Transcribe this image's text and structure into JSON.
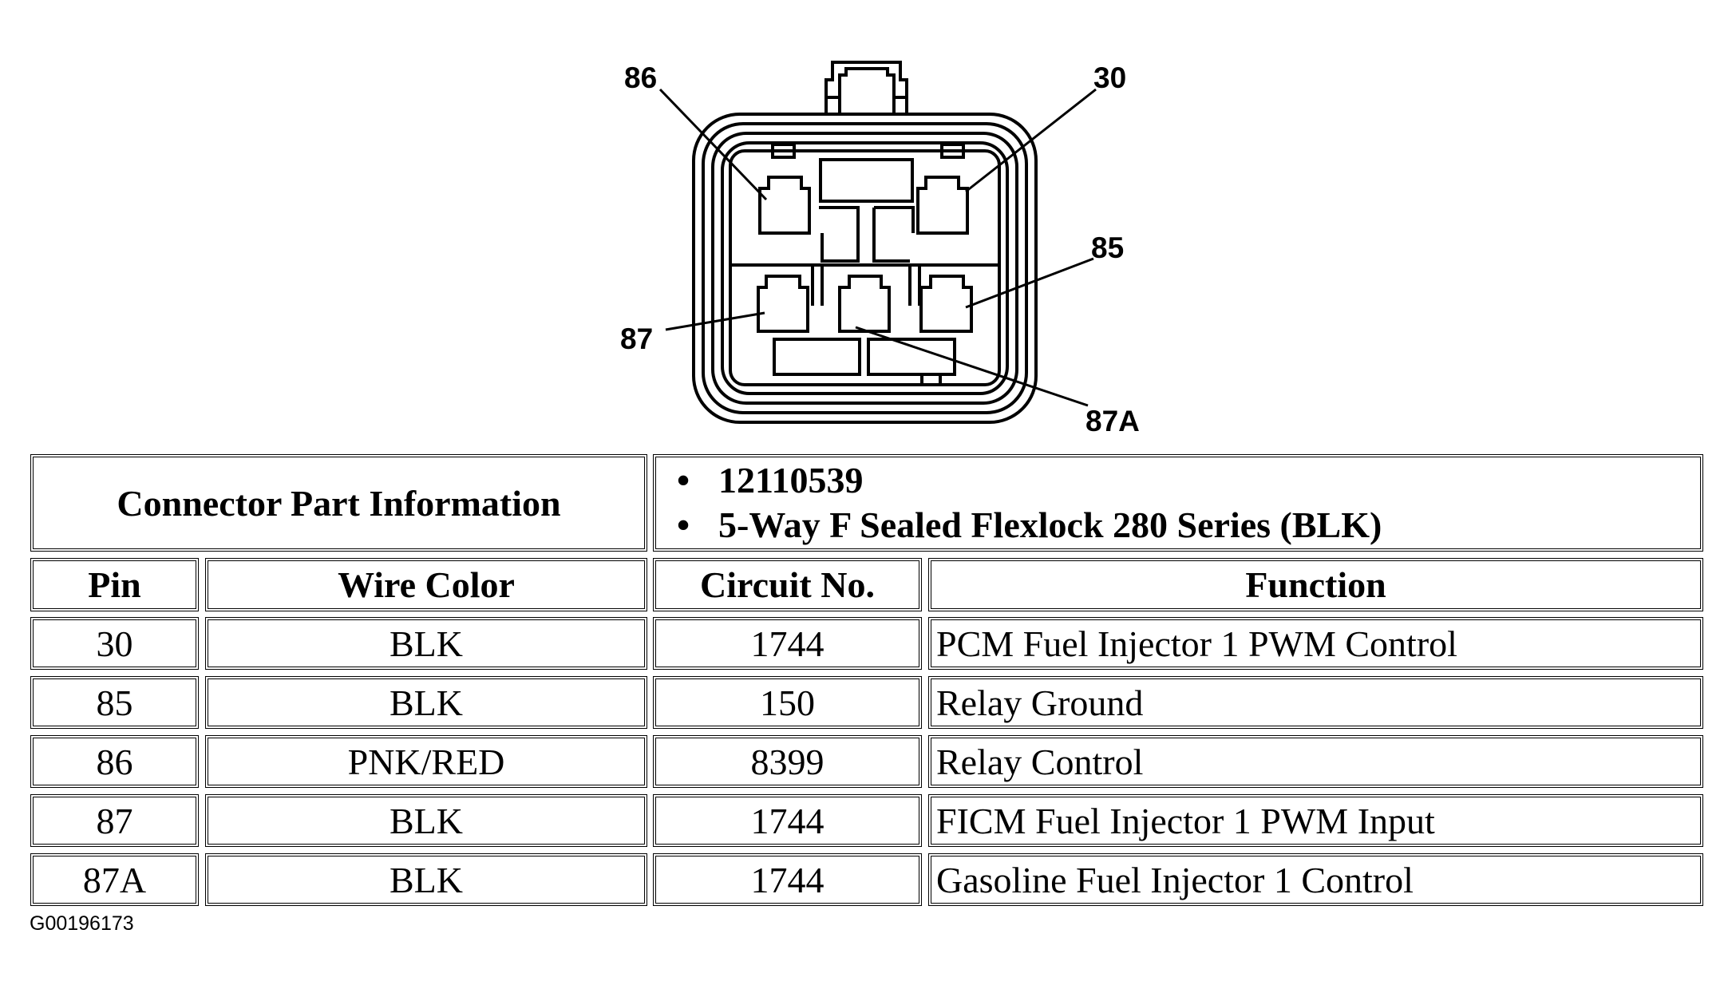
{
  "diagram": {
    "pin_labels": {
      "p86": "86",
      "p30": "30",
      "p85": "85",
      "p87": "87",
      "p87a": "87A"
    }
  },
  "connector_info": {
    "heading": "Connector Part Information",
    "part_number": "12110539",
    "description": "5-Way F Sealed Flexlock 280 Series (BLK)"
  },
  "table": {
    "headers": {
      "pin": "Pin",
      "wire_color": "Wire Color",
      "circuit": "Circuit No.",
      "function": "Function"
    },
    "rows": [
      {
        "pin": "30",
        "wire_color": "BLK",
        "circuit": "1744",
        "function": "PCM Fuel Injector 1 PWM Control"
      },
      {
        "pin": "85",
        "wire_color": "BLK",
        "circuit": "150",
        "function": "Relay Ground"
      },
      {
        "pin": "86",
        "wire_color": "PNK/RED",
        "circuit": "8399",
        "function": "Relay Control"
      },
      {
        "pin": "87",
        "wire_color": "BLK",
        "circuit": "1744",
        "function": "FICM Fuel Injector 1 PWM Input"
      },
      {
        "pin": "87A",
        "wire_color": "BLK",
        "circuit": "1744",
        "function": "Gasoline Fuel Injector 1 Control"
      }
    ]
  },
  "figure_id": "G00196173"
}
